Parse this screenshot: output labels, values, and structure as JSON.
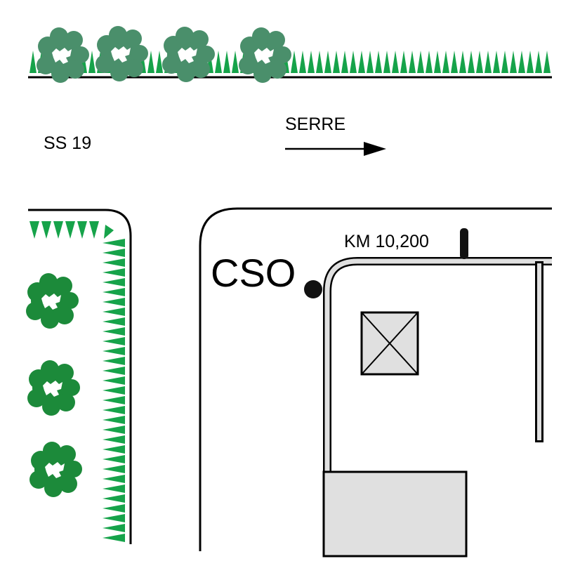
{
  "labels": {
    "road_name": "SS 19",
    "direction": "SERRE",
    "km_marker": "KM 10,200",
    "site_code": "CSO"
  },
  "colors": {
    "hedge": "#16a34a",
    "tree_light": "#4a8f6b",
    "tree_dark": "#1c8a3a",
    "building_fill": "#e0e0e0",
    "line": "#000000",
    "marker": "#111111"
  },
  "icons": {
    "direction": "arrow-right-icon",
    "tree": "tree-icon",
    "site_point": "site-dot-icon",
    "km_marker": "km-post-icon",
    "manhole": "manhole-icon"
  }
}
